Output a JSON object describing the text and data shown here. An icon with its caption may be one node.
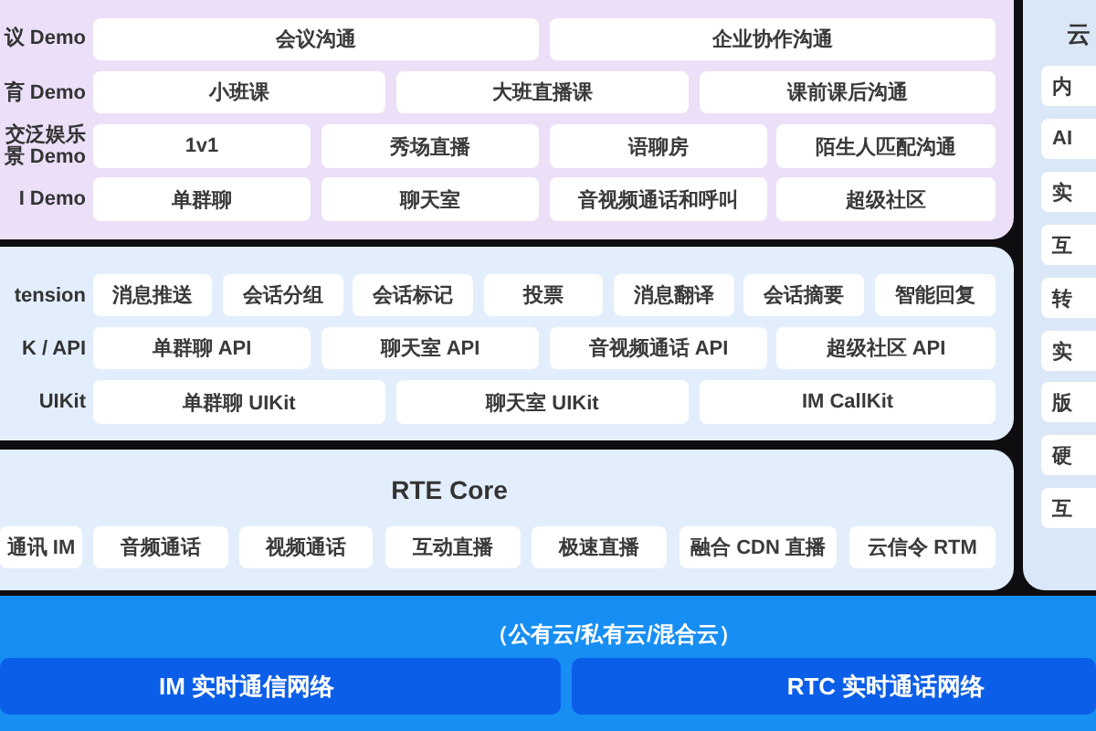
{
  "diagram": {
    "nodes": [
      {
        "text": [
          "议 Demo",
          "育 Demo",
          "交泛娱乐景 Demo",
          "I Demo"
        ]
      },
      {
        "text": [
          "会议沟通"
        ],
        "in": 0
      },
      {
        "text": [
          "企业协作沟通"
        ],
        "in": 0
      },
      {
        "text": [
          "小班课"
        ],
        "in": 0
      },
      {
        "text": [
          "大班直播课"
        ],
        "in": 0
      },
      {
        "text": [
          "课前课后沟通"
        ],
        "in": 0
      },
      {
        "text": [
          "1v1"
        ],
        "in": 0
      },
      {
        "text": [
          "秀场直播"
        ],
        "in": 0
      },
      {
        "text": [
          "语聊房"
        ],
        "in": 0
      },
      {
        "text": [
          "陌生人匹配沟通"
        ],
        "in": 0
      },
      {
        "text": [
          "单群聊"
        ],
        "in": 0
      },
      {
        "text": [
          "聊天室"
        ],
        "in": 0
      },
      {
        "text": [
          "音视频通话和呼叫"
        ],
        "in": 0
      },
      {
        "text": [
          "超级社区"
        ],
        "in": 0
      },
      {
        "text": [
          "tension",
          "K / API",
          "UIKit"
        ]
      },
      {
        "text": [
          "消息推送"
        ],
        "in": 14
      },
      {
        "text": [
          "会话分组"
        ],
        "in": 14
      },
      {
        "text": [
          "会话标记"
        ],
        "in": 14
      },
      {
        "text": [
          "投票"
        ],
        "in": 14
      },
      {
        "text": [
          "消息翻译"
        ],
        "in": 14
      },
      {
        "text": [
          "会话摘要"
        ],
        "in": 14
      },
      {
        "text": [
          "智能回复"
        ],
        "in": 14
      },
      {
        "text": [
          "单群聊 API"
        ],
        "in": 14
      },
      {
        "text": [
          "聊天室 API"
        ],
        "in": 14
      },
      {
        "text": [
          "音视频通话 API"
        ],
        "in": 14
      },
      {
        "text": [
          "超级社区 API"
        ],
        "in": 14
      },
      {
        "text": [
          "单群聊 UIKit"
        ],
        "in": 14
      },
      {
        "text": [
          "聊天室 UIKit"
        ],
        "in": 14
      },
      {
        "text": [
          "IM CallKit"
        ],
        "in": 14
      },
      {
        "text": [
          "RTE Core"
        ]
      },
      {
        "text": [
          "通讯 IM"
        ],
        "in": 29
      },
      {
        "text": [
          "音频通话"
        ],
        "in": 29
      },
      {
        "text": [
          "视频通话"
        ],
        "in": 29
      },
      {
        "text": [
          "互动直播"
        ],
        "in": 29
      },
      {
        "text": [
          "极速直播"
        ],
        "in": 29
      },
      {
        "text": [
          "融合 CDN 直播"
        ],
        "in": 29
      },
      {
        "text": [
          "云信令 RTM"
        ],
        "in": 29
      },
      {
        "text": [
          "云"
        ]
      },
      {
        "text": [
          "内"
        ],
        "in": 37
      },
      {
        "text": [
          "AI"
        ],
        "in": 37
      },
      {
        "text": [
          "实"
        ],
        "in": 37
      },
      {
        "text": [
          "互"
        ],
        "in": 37
      },
      {
        "text": [
          "转"
        ],
        "in": 37
      },
      {
        "text": [
          "实"
        ],
        "in": 37
      },
      {
        "text": [
          "版"
        ],
        "in": 37
      },
      {
        "text": [
          "硬"
        ],
        "in": 37
      },
      {
        "text": [
          "互"
        ],
        "in": 37
      },
      {
        "text": [
          "（公有云/私有云/混合云）"
        ]
      },
      {
        "text": [
          "IM 实时通信网络"
        ],
        "in": 47
      },
      {
        "text": [
          "RTC 实时通话网络"
        ],
        "in": 47
      }
    ]
  }
}
